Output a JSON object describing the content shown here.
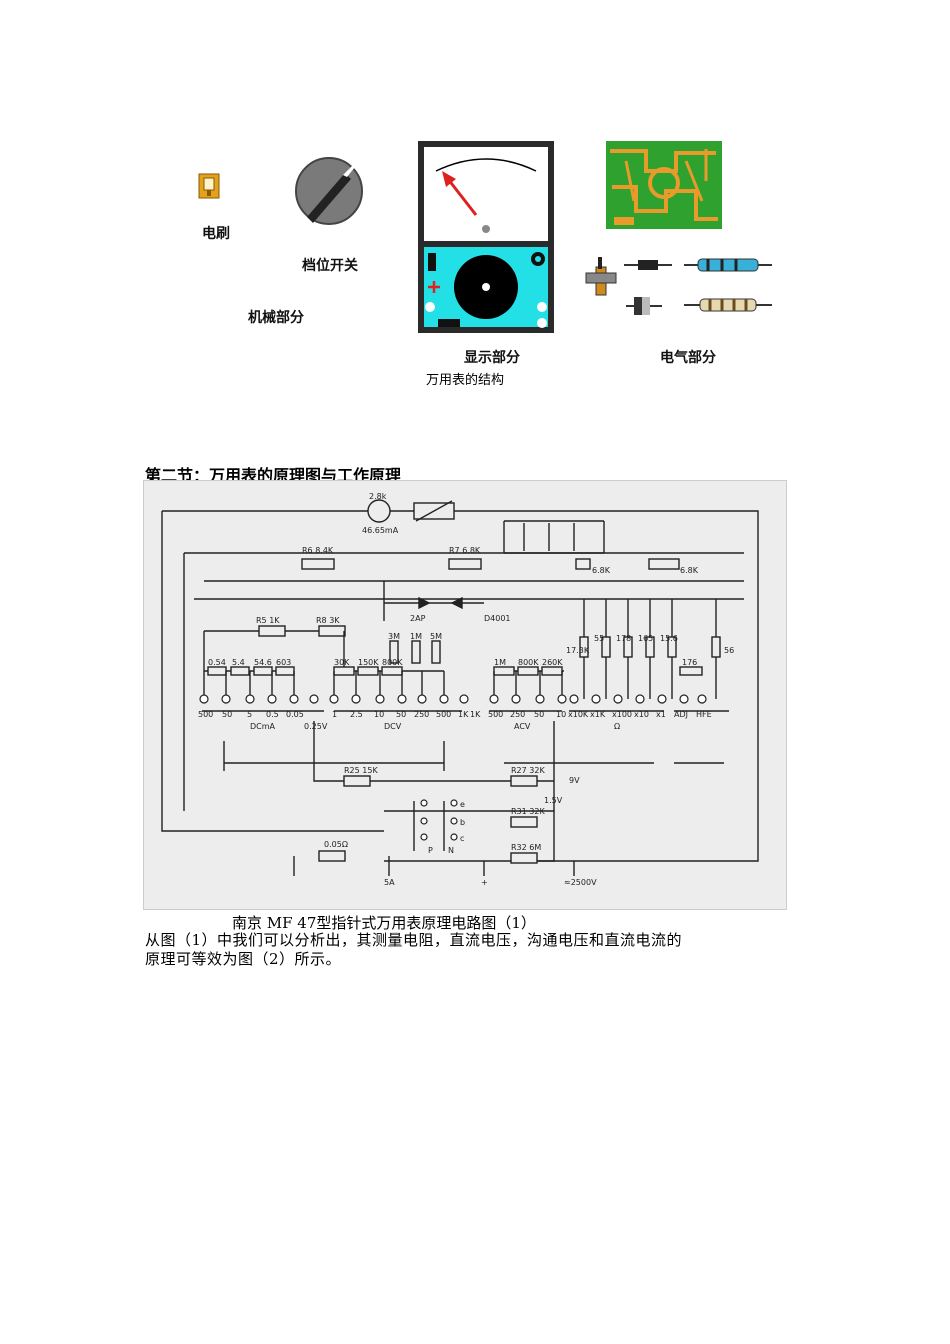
{
  "figure1": {
    "labels": {
      "brush": "电刷",
      "switch": "档位开关",
      "mechanical": "机械部分",
      "display": "显示部分",
      "electrical": "电气部分"
    },
    "caption": "万用表的结构"
  },
  "section": {
    "heading": "第二节：万用表的原理图与工作原理"
  },
  "schematic": {
    "top_labels": [
      "2.8k",
      "46.65mA",
      "6.8K",
      "6.8K",
      "2AP",
      "D4001"
    ],
    "top_resistors": [
      "R6 8.4K",
      "R7 6.8K",
      "R5 1K",
      "R8 3K"
    ],
    "dcma_values": [
      "0.54",
      "5.4",
      "54.6",
      "603"
    ],
    "dcv_values": [
      "30K",
      "150K",
      "800K",
      "3M",
      "1M",
      "5M"
    ],
    "acv_values": [
      "1M",
      "800K",
      "260K"
    ],
    "ohm_values": [
      "17.3K",
      "55",
      "178",
      "165",
      "15.6",
      "176",
      "56"
    ],
    "dcma_ranges": [
      "500",
      "50",
      "5",
      "0.5",
      "0.05"
    ],
    "dcv_ranges": [
      "1",
      "2.5",
      "10",
      "50",
      "250",
      "500",
      "1K"
    ],
    "acv_ranges": [
      "1K",
      "500",
      "250",
      "50",
      "10"
    ],
    "ohm_ranges": [
      "x10K",
      "x1K",
      "x100",
      "x10",
      "x1",
      "ADJ",
      "HFE"
    ],
    "group_labels": [
      "DCmA",
      "0.25V",
      "DCV",
      "ACV",
      "Ω"
    ],
    "lower_labels": [
      "R25 15K",
      "R27 32K",
      "R31 32K",
      "R32 6M",
      "1.5V",
      "9V",
      "0.05Ω",
      "5A",
      "+",
      "≈2500V",
      "e",
      "b",
      "c",
      "P",
      "N"
    ]
  },
  "figure2": {
    "caption": "南京 MF 47型指针式万用表原理电路图（1）"
  },
  "paragraph": {
    "line1": "从图（1）中我们可以分析出，其测量电阻，直流电压，沟通电压和直流电流的",
    "line2": "原理可等效为图（2）所示。"
  },
  "colors": {
    "display_cyan": "#22e0e6",
    "pointer_red": "#e0201c",
    "pcb_green": "#2fa12e",
    "pcb_orange": "#e89a2a",
    "meter_frame": "#2a2a2a"
  }
}
